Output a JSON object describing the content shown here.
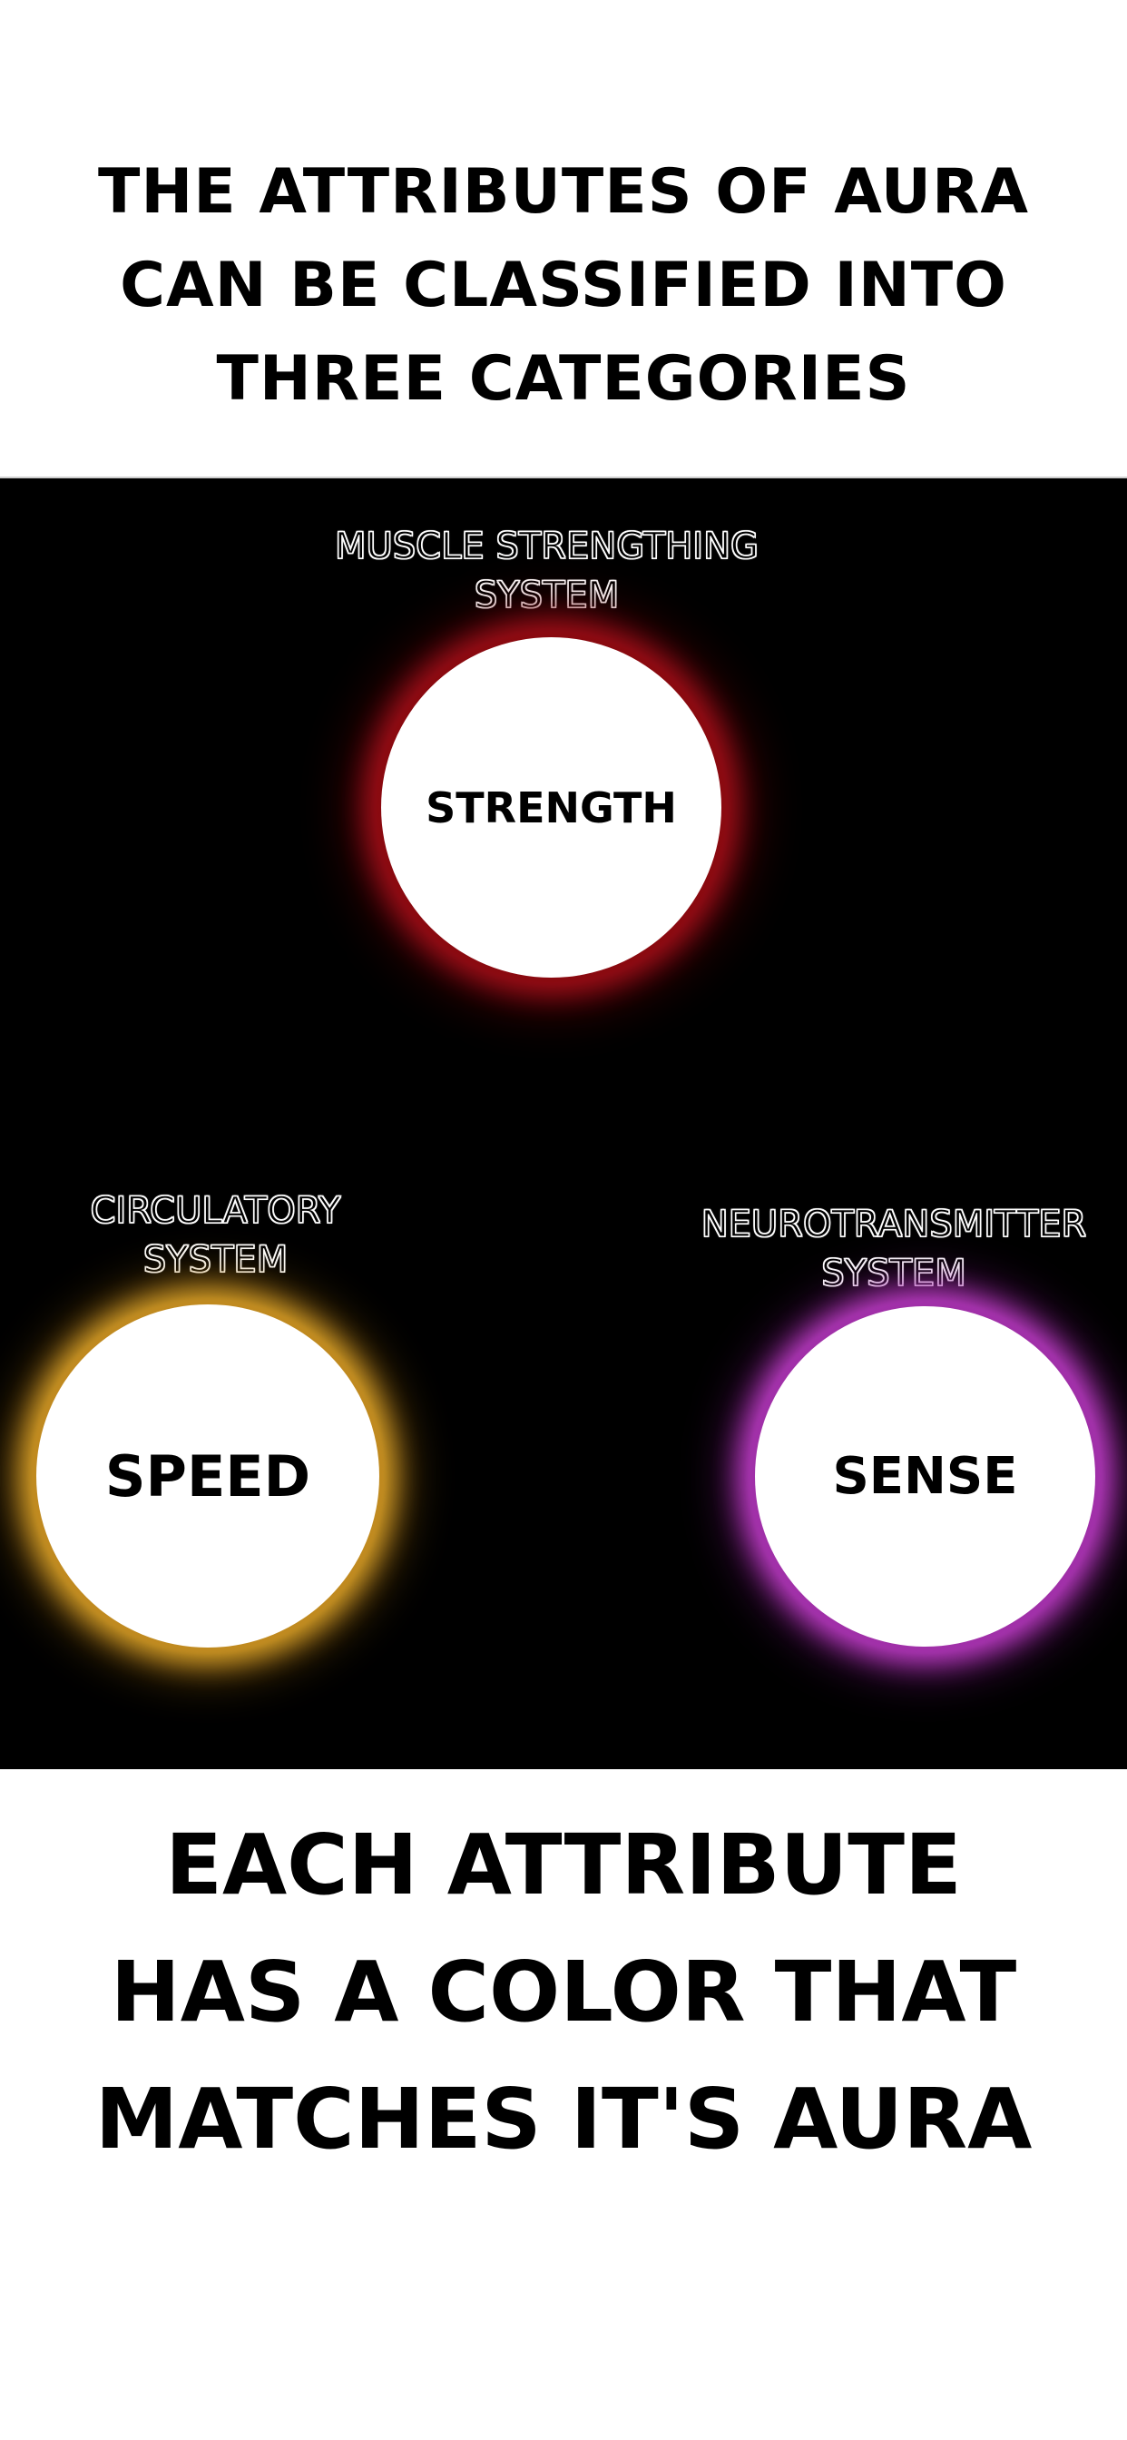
{
  "top_caption": {
    "lines": [
      "THE ATTRIBUTES OF AURA",
      "CAN BE CLASSIFIED INTO",
      "THREE CATEGORIES"
    ]
  },
  "attributes": {
    "strength": {
      "system_lines": [
        "MUSCLE STRENGTHING",
        "SYSTEM"
      ],
      "name": "STRENGTH",
      "glow_color": "#c0101a"
    },
    "speed": {
      "system_lines": [
        "CIRCULATORY",
        "SYSTEM"
      ],
      "name": "SPEED",
      "glow_color": "#d9a22a"
    },
    "sense": {
      "system_lines": [
        "NEUROTRANSMITTER",
        "SYSTEM"
      ],
      "name": "SENSE",
      "glow_color": "#c040c8"
    }
  },
  "bottom_caption": {
    "lines": [
      "EACH ATTRIBUTE",
      "HAS A COLOR THAT",
      "MATCHES IT'S AURA"
    ]
  }
}
